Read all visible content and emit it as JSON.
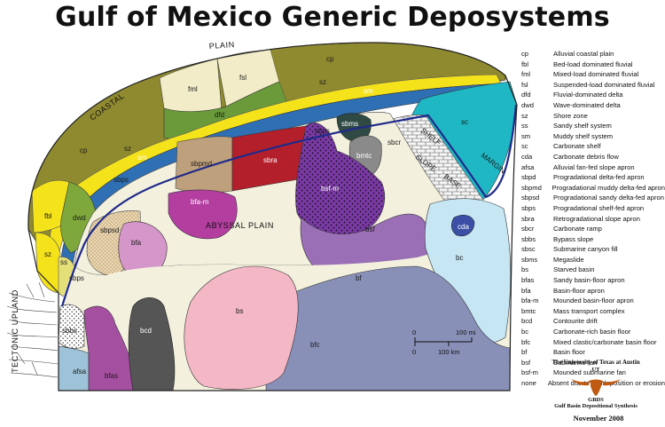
{
  "title": "Gulf of Mexico Generic Deposystems",
  "map_labels": {
    "coastal": "COASTAL",
    "plain": "PLAIN",
    "abyssal_plain": "ABYSSAL PLAIN",
    "tectonic_upland": "TECTONIC UPLAND",
    "shelf": "SHELF",
    "margin": "MARGIN",
    "slope": "SLOPE",
    "base": "BASE"
  },
  "unit_labels": {
    "cp_top": "cp",
    "fml": "fml",
    "fsl": "fsl",
    "sz_top": "sz",
    "sm_top": "sm",
    "sc": "sc",
    "cp_left": "cp",
    "sz_left": "sz",
    "sm_left": "sm",
    "dfd": "dfd",
    "sbms": "sbms",
    "sbps_mid": "sbps",
    "sbcr": "sbcr",
    "bmtc": "bmtc",
    "sbpmd": "sbpmd",
    "sbra": "sbra",
    "bsf_m": "bsf-m",
    "sbps_left": "sbps",
    "fbl": "fbl",
    "dwd": "dwd",
    "bfa_m": "bfa-m",
    "sbpsd": "sbpsd",
    "bfa": "bfa",
    "cda": "cda",
    "bsf": "bsf",
    "bc": "bc",
    "sz_low": "sz",
    "ss": "ss",
    "sbps_low": "sbps",
    "bf": "bf",
    "bs": "bs",
    "sbbs": "sbbs",
    "bcd": "bcd",
    "bfc": "bfc",
    "afsa": "afsa",
    "bfas": "bfas"
  },
  "legend": [
    {
      "code": "cp",
      "desc": "Alluvial coastal plain"
    },
    {
      "code": "fbl",
      "desc": "Bed-load dominated fluvial"
    },
    {
      "code": "fml",
      "desc": "Mixed-load dominated fluvial"
    },
    {
      "code": "fsl",
      "desc": "Suspended-load dominated fluvial"
    },
    {
      "code": "dfd",
      "desc": "Fluvial-dominated delta"
    },
    {
      "code": "dwd",
      "desc": "Wave-dominated delta"
    },
    {
      "code": "sz",
      "desc": "Shore zone"
    },
    {
      "code": "ss",
      "desc": "Sandy shelf system"
    },
    {
      "code": "sm",
      "desc": "Muddy shelf system"
    },
    {
      "code": "sc",
      "desc": "Carbonate shelf"
    },
    {
      "code": "cda",
      "desc": "Carbonate debris flow"
    },
    {
      "code": "afsa",
      "desc": "Alluvial fan-fed slope apron"
    },
    {
      "code": "sbpd",
      "desc": "Progradational delta-fed apron"
    },
    {
      "code": "sbpmd",
      "desc": "Progradational muddy delta-fed apron"
    },
    {
      "code": "sbpsd",
      "desc": "Progradational sandy delta-fed apron"
    },
    {
      "code": "sbps",
      "desc": "Progradational shelf-fed apron"
    },
    {
      "code": "sbra",
      "desc": "Retrogradational slope apron"
    },
    {
      "code": "sbcr",
      "desc": "Carbonate ramp"
    },
    {
      "code": "sbbs",
      "desc": "Bypass slope"
    },
    {
      "code": "sbsc",
      "desc": "Submarine canyon fill"
    },
    {
      "code": "sbms",
      "desc": "Megaslide"
    },
    {
      "code": "bs",
      "desc": "Starved basin"
    },
    {
      "code": "bfas",
      "desc": "Sandy basin-floor apron"
    },
    {
      "code": "bfa",
      "desc": "Basin-floor apron"
    },
    {
      "code": "bfa-m",
      "desc": "Mounded basin-floor apron"
    },
    {
      "code": "bmtc",
      "desc": "Mass transport complex"
    },
    {
      "code": "bcd",
      "desc": "Contourite drift"
    },
    {
      "code": "bc",
      "desc": "Carbonate-rich basin floor"
    },
    {
      "code": "bfc",
      "desc": "Mixed clastic/carbonate basin floor"
    },
    {
      "code": "bf",
      "desc": "Basin floor"
    },
    {
      "code": "bsf",
      "desc": "Submarine fan"
    },
    {
      "code": "bsf-m",
      "desc": "Mounded submarine fan"
    },
    {
      "code": "none",
      "desc": "Absent due to nondeposition or erosion"
    }
  ],
  "scale": {
    "zero_top": "0",
    "mi": "100 mi",
    "zero_bottom": "0",
    "km": "100 km"
  },
  "credit": {
    "university": "The University of Texas at Austin",
    "ut": "UT",
    "gbds": "GBDS",
    "gbds_full": "Gulf Basin Depositional Synthesis"
  },
  "date": "November 2008"
}
